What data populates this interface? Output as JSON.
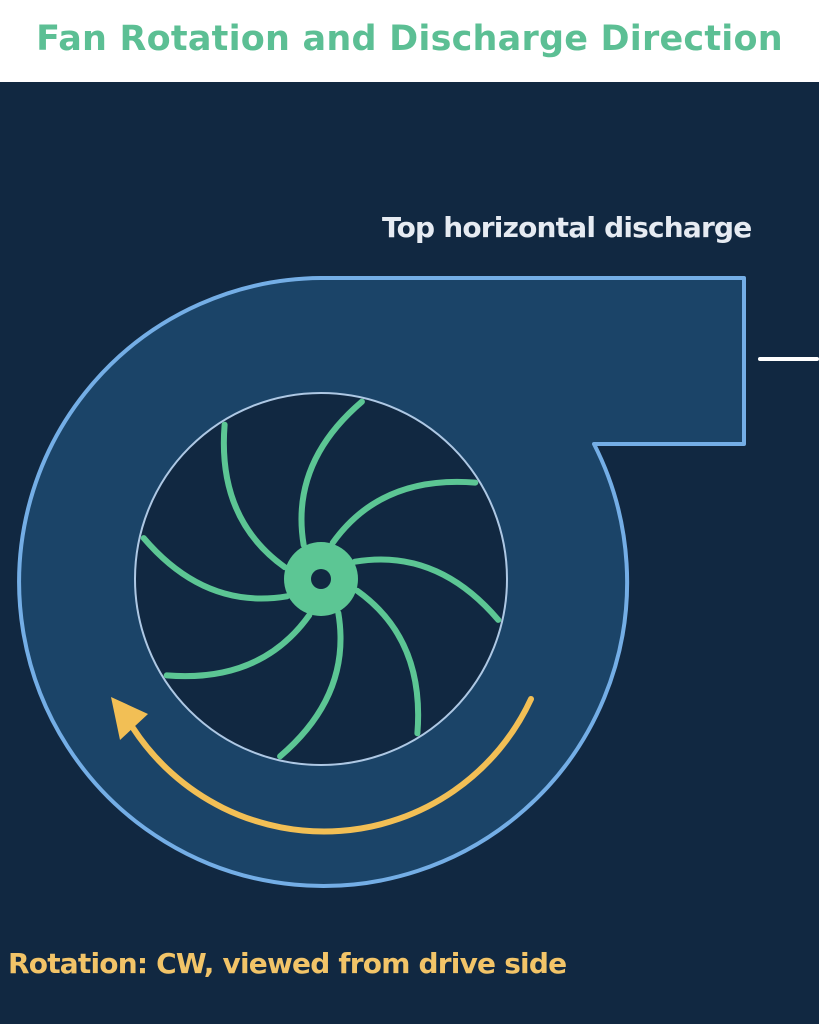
{
  "header": {
    "title": "Fan Rotation and Discharge Direction"
  },
  "diagram": {
    "discharge_label": "Top horizontal discharge",
    "rotation_label": "Rotation: CW, viewed from drive side",
    "blade_count": 8
  },
  "colors": {
    "header_background": "#ffffff",
    "title_text": "#5cbf94",
    "panel_background": "#112841",
    "housing_fill": "#1b4468",
    "housing_outline": "#74aee6",
    "wheel_ring": "#aec8e4",
    "blade": "#5cc694",
    "hub": "#5cc694",
    "hub_hole": "#112841",
    "rotation_arrow": "#f2bf55",
    "rotation_text": "#f2c468",
    "discharge_text": "#e6ebf2",
    "discharge_marker": "#ffffff"
  },
  "icons": {
    "rotation": "curved-arrow-icon"
  }
}
